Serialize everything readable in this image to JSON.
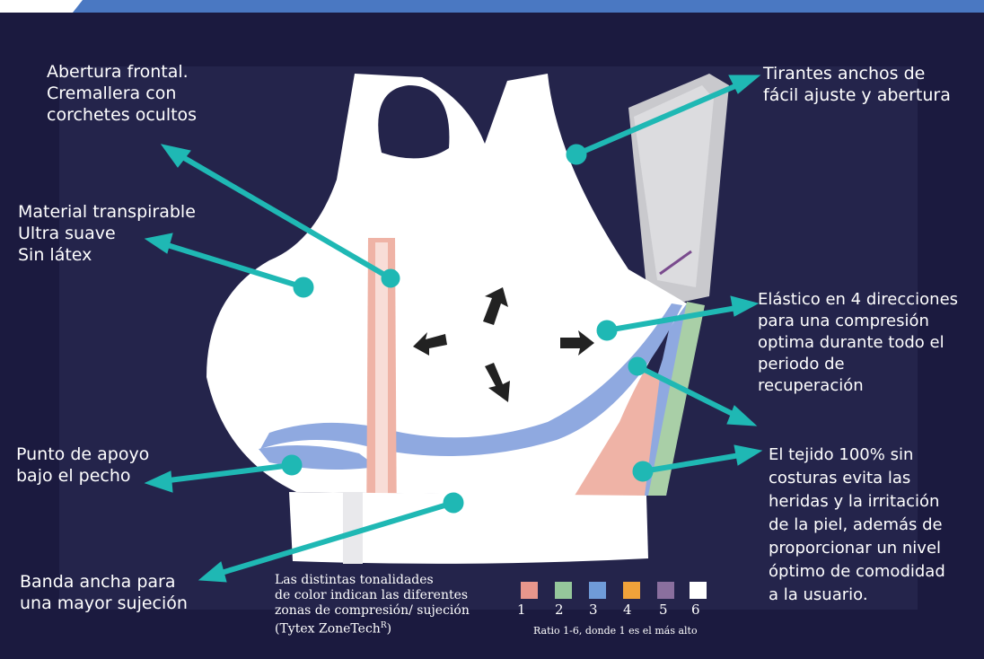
{
  "callouts": {
    "front_opening": [
      "Abertura frontal.",
      "Cremallera con",
      "corchetes ocultos"
    ],
    "straps": [
      "Tirantes anchos de",
      "fácil ajuste y abertura"
    ],
    "material": [
      "Material transpirable",
      "Ultra suave",
      "Sin látex"
    ],
    "elastic": [
      "Elástico en 4 direcciones",
      "para una compresión",
      "optima durante todo el",
      "periodo de",
      "recuperación"
    ],
    "support_point": [
      "Punto de apoyo",
      "bajo el pecho"
    ],
    "seamless": [
      "El tejido 100% sin",
      "costuras evita las",
      "heridas y la irritación",
      "de la piel, además de",
      "proporcionar un nivel",
      "óptimo de comodidad",
      "a la usuario."
    ],
    "wide_band": [
      "Banda ancha para",
      "una mayor sujeción"
    ]
  },
  "legend": {
    "lines": [
      "Las distintas tonalidades",
      "de color indican las diferentes",
      " zonas de compresión/ sujeción",
      "(Tytex ZoneTech"
    ],
    "superscript": "R",
    "closing": ")",
    "numbers": [
      "1",
      "2",
      "3",
      "4",
      "5",
      "6"
    ],
    "ratio_note": "Ratio 1-6, donde 1 es el más alto"
  },
  "colors": {
    "background": "#1b1a3f",
    "accent": "#1fb8b4",
    "zones": [
      "#e8968c",
      "#95c79b",
      "#6f9bd8",
      "#f0a23a",
      "#8a6f9e",
      "#ffffff"
    ]
  }
}
